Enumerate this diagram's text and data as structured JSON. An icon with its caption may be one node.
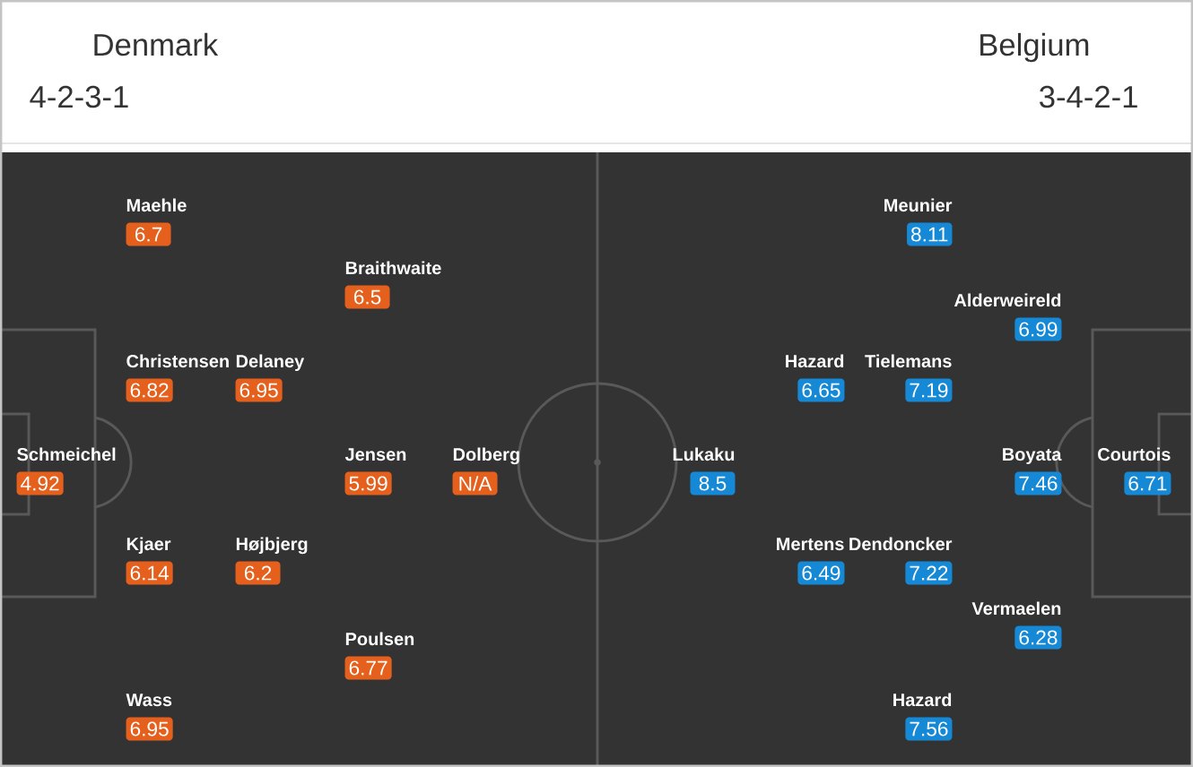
{
  "diagram": {
    "nodes": [
      {
        "text": [
          "Schmeichel",
          "4.92"
        ]
      },
      {
        "text": [
          "Maehle",
          "6.7"
        ]
      },
      {
        "text": [
          "Christensen",
          "6.82"
        ]
      },
      {
        "text": [
          "Kjaer",
          "6.14"
        ]
      },
      {
        "text": [
          "Wass",
          "6.95"
        ]
      },
      {
        "text": [
          "Delaney",
          "6.95"
        ]
      },
      {
        "text": [
          "Højbjerg",
          "6.2"
        ]
      },
      {
        "text": [
          "Braithwaite",
          "6.5"
        ]
      },
      {
        "text": [
          "Jensen",
          "5.99"
        ]
      },
      {
        "text": [
          "Poulsen",
          "6.77"
        ]
      },
      {
        "text": [
          "Dolberg",
          "N/A"
        ]
      },
      {
        "text": [
          "Lukaku",
          "8.5"
        ]
      },
      {
        "text": [
          "Hazard",
          "6.65"
        ]
      },
      {
        "text": [
          "Mertens",
          "6.49"
        ]
      },
      {
        "text": [
          "Meunier",
          "8.11"
        ]
      },
      {
        "text": [
          "Tielemans",
          "7.19"
        ]
      },
      {
        "text": [
          "Dendoncker",
          "7.22"
        ]
      },
      {
        "text": [
          "Hazard",
          "7.56"
        ]
      },
      {
        "text": [
          "Alderweireld",
          "6.99"
        ]
      },
      {
        "text": [
          "Boyata",
          "7.46"
        ]
      },
      {
        "text": [
          "Vermaelen",
          "6.28"
        ]
      },
      {
        "text": [
          "Courtois",
          "6.71"
        ]
      }
    ],
    "labels": [
      "Denmark",
      "4-2-3-1",
      "Belgium",
      "3-4-2-1"
    ]
  }
}
